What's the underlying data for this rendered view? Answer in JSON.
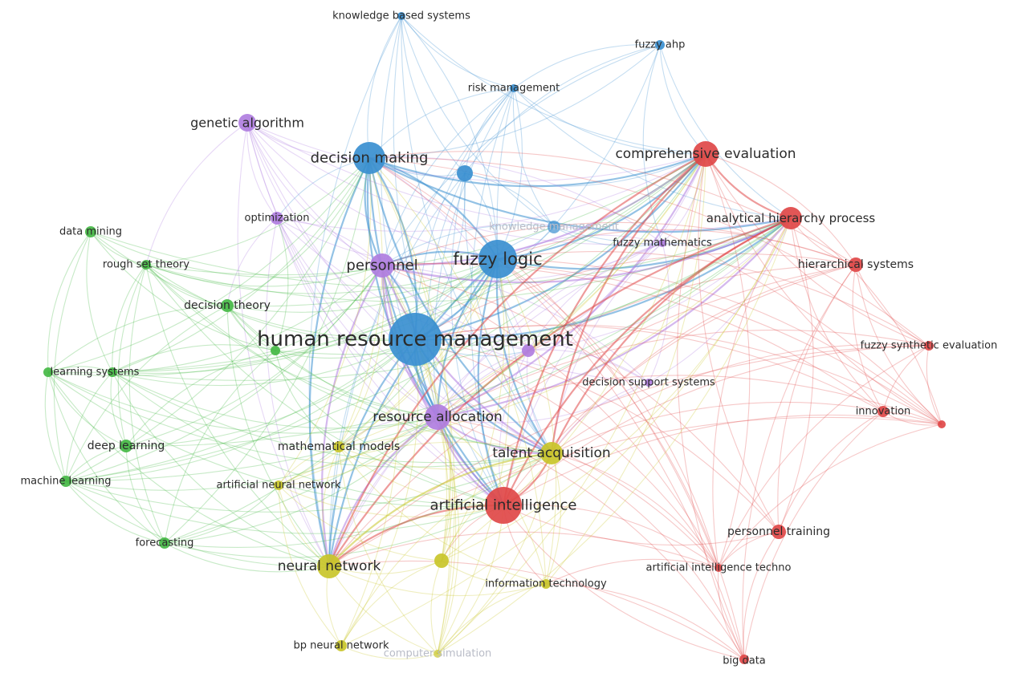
{
  "title": "Keyword co-occurrence network",
  "clusters": {
    "blue": "#3a8fd0",
    "purple": "#b07ee0",
    "red": "#e04848",
    "green": "#45b845",
    "yellow": "#c9c62a"
  },
  "nodes": [
    {
      "id": "hrm",
      "label": "human resource management",
      "cluster": "blue",
      "weight": 10
    },
    {
      "id": "fl",
      "label": "fuzzy logic",
      "cluster": "blue",
      "weight": 7
    },
    {
      "id": "dm",
      "label": "decision making",
      "cluster": "blue",
      "weight": 6
    },
    {
      "id": "kbs",
      "label": "knowledge based systems",
      "cluster": "blue",
      "weight": 2
    },
    {
      "id": "fahp",
      "label": "fuzzy ahp",
      "cluster": "blue",
      "weight": 2
    },
    {
      "id": "rm",
      "label": "risk management",
      "cluster": "blue",
      "weight": 2
    },
    {
      "id": "b1",
      "label": "",
      "cluster": "blue",
      "weight": 3
    },
    {
      "id": "km",
      "label": "knowledge management",
      "cluster": "blue",
      "weight": 3,
      "faded": true
    },
    {
      "id": "ga",
      "label": "genetic algorithm",
      "cluster": "purple",
      "weight": 4
    },
    {
      "id": "opt",
      "label": "optimization",
      "cluster": "purple",
      "weight": 3
    },
    {
      "id": "per",
      "label": "personnel",
      "cluster": "purple",
      "weight": 5
    },
    {
      "id": "ra",
      "label": "resource allocation",
      "cluster": "purple",
      "weight": 5
    },
    {
      "id": "fm",
      "label": "fuzzy mathematics",
      "cluster": "purple",
      "weight": 2
    },
    {
      "id": "dss",
      "label": "decision support systems",
      "cluster": "purple",
      "weight": 2
    },
    {
      "id": "p1",
      "label": "",
      "cluster": "purple",
      "weight": 3
    },
    {
      "id": "ce",
      "label": "comprehensive evaluation",
      "cluster": "red",
      "weight": 5
    },
    {
      "id": "ahp",
      "label": "analytical hierarchy process",
      "cluster": "red",
      "weight": 5
    },
    {
      "id": "hs",
      "label": "hierarchical systems",
      "cluster": "red",
      "weight": 3
    },
    {
      "id": "fse",
      "label": "fuzzy synthetic evaluation",
      "cluster": "red",
      "weight": 2
    },
    {
      "id": "inn",
      "label": "innovation",
      "cluster": "red",
      "weight": 2
    },
    {
      "id": "r1",
      "label": "",
      "cluster": "red",
      "weight": 2
    },
    {
      "id": "ai",
      "label": "artificial intelligence",
      "cluster": "red",
      "weight": 7
    },
    {
      "id": "pt",
      "label": "personnel training",
      "cluster": "red",
      "weight": 3
    },
    {
      "id": "ait",
      "label": "artificial intelligence techno",
      "cluster": "red",
      "weight": 2
    },
    {
      "id": "bd",
      "label": "big data",
      "cluster": "red",
      "weight": 2
    },
    {
      "id": "dmin",
      "label": "data mining",
      "cluster": "green",
      "weight": 2
    },
    {
      "id": "rst",
      "label": "rough set theory",
      "cluster": "green",
      "weight": 2
    },
    {
      "id": "dt",
      "label": "decision theory",
      "cluster": "green",
      "weight": 3
    },
    {
      "id": "g1",
      "label": "",
      "cluster": "green",
      "weight": 2
    },
    {
      "id": "g2",
      "label": "",
      "cluster": "green",
      "weight": 2
    },
    {
      "id": "ls",
      "label": "learning systems",
      "cluster": "green",
      "weight": 2
    },
    {
      "id": "dl",
      "label": "deep learning",
      "cluster": "green",
      "weight": 3
    },
    {
      "id": "ml",
      "label": "machine learning",
      "cluster": "green",
      "weight": 2
    },
    {
      "id": "fc",
      "label": "forecasting",
      "cluster": "green",
      "weight": 2
    },
    {
      "id": "ta",
      "label": "talent acquisition",
      "cluster": "yellow",
      "weight": 5
    },
    {
      "id": "mm",
      "label": "mathematical models",
      "cluster": "yellow",
      "weight": 2
    },
    {
      "id": "ann",
      "label": "artificial neural network",
      "cluster": "yellow",
      "weight": 2
    },
    {
      "id": "nn",
      "label": "neural network",
      "cluster": "yellow",
      "weight": 5
    },
    {
      "id": "y1",
      "label": "",
      "cluster": "yellow",
      "weight": 3
    },
    {
      "id": "it",
      "label": "information technology",
      "cluster": "yellow",
      "weight": 2
    },
    {
      "id": "bpnn",
      "label": "bp neural network",
      "cluster": "yellow",
      "weight": 2
    },
    {
      "id": "cs",
      "label": "computer simulation",
      "cluster": "yellow",
      "weight": 2,
      "faded": true
    }
  ]
}
